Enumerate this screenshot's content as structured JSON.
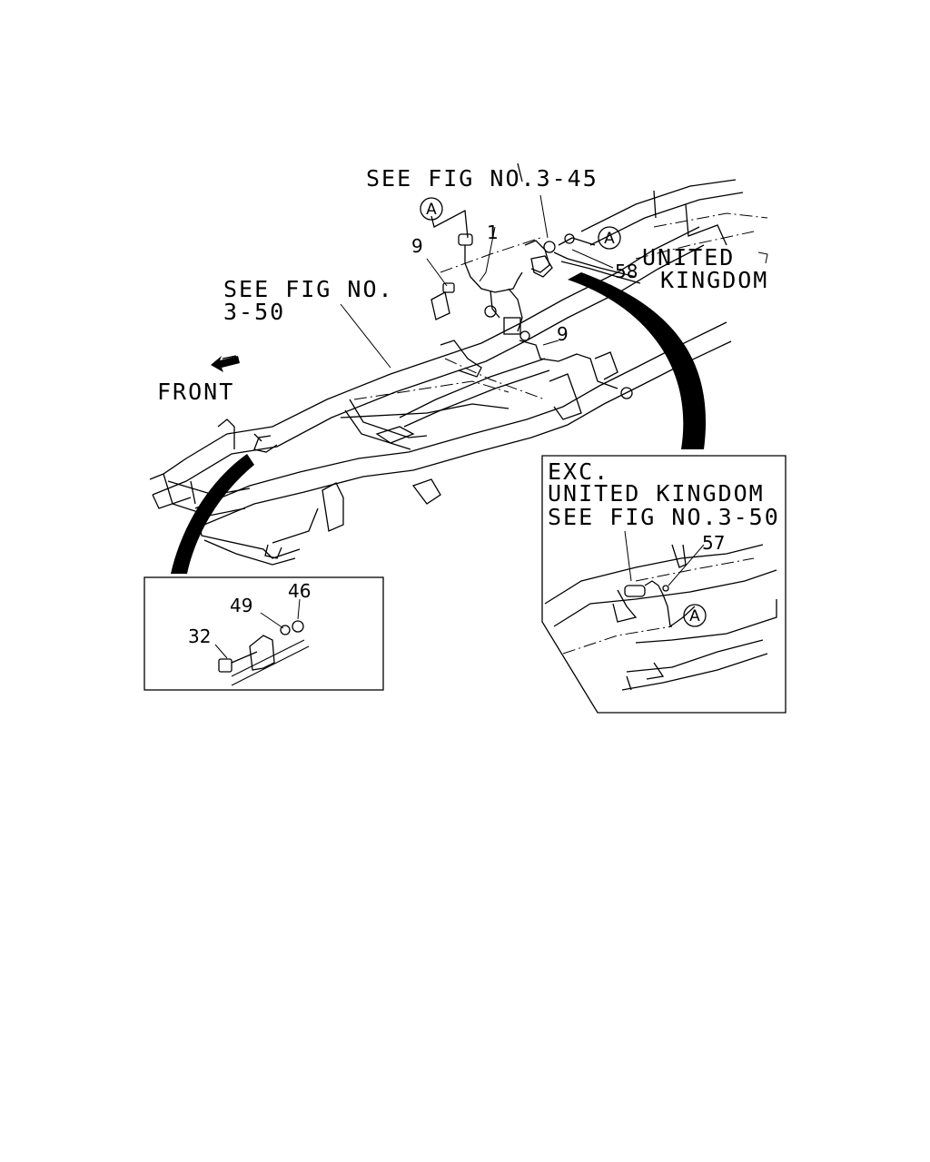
{
  "labels": {
    "see_fig_345": "SEE FIG NO.3-45",
    "see_fig_350_line1": "SEE FIG NO.",
    "see_fig_350_line2": "3-50",
    "front": "FRONT",
    "uk_line1": "UNITED",
    "uk_line2": "KINGDOM",
    "exc_line1": "EXC.",
    "exc_line2": "UNITED KINGDOM",
    "exc_line3": "SEE FIG NO.3-50"
  },
  "callouts": {
    "a1": "A",
    "a2": "A",
    "a3": "A"
  },
  "parts": {
    "p1": "1",
    "p9a": "9",
    "p9b": "9",
    "p58": "58",
    "p57": "57",
    "p32": "32",
    "p49": "49",
    "p46": "46"
  }
}
